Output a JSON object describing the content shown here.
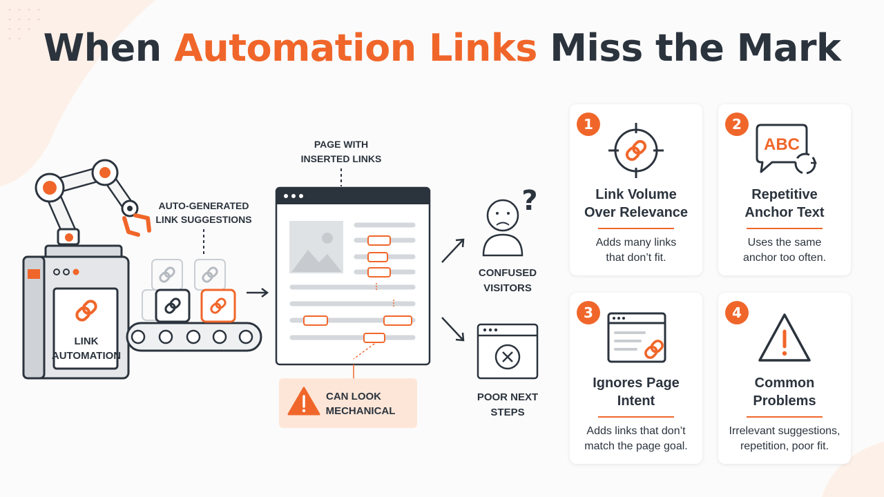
{
  "title": {
    "part1": "When ",
    "accent": "Automation Links",
    "part2": " Miss the Mark"
  },
  "diagram": {
    "machine_label": [
      "LINK",
      "AUTOMATION"
    ],
    "suggestions_label": [
      "AUTO-GENERATED",
      "LINK SUGGESTIONS"
    ],
    "page_label": [
      "PAGE WITH",
      "INSERTED LINKS"
    ],
    "warning_label": [
      "CAN LOOK",
      "MECHANICAL"
    ],
    "visitors_label": [
      "CONFUSED",
      "VISITORS"
    ],
    "next_steps_label": [
      "POOR NEXT",
      "STEPS"
    ],
    "question_mark": "?"
  },
  "cards": [
    {
      "number": "1",
      "icon": "target-link-icon",
      "title": [
        "Link Volume",
        "Over Relevance"
      ],
      "desc": [
        "Adds many links",
        "that don’t fit."
      ]
    },
    {
      "number": "2",
      "icon": "speech-abc-icon",
      "icon_text": "ABC",
      "title": [
        "Repetitive",
        "Anchor Text"
      ],
      "desc": [
        "Uses the same",
        "anchor too often."
      ]
    },
    {
      "number": "3",
      "icon": "page-link-icon",
      "title": [
        "Ignores Page",
        "Intent"
      ],
      "desc": [
        "Adds links that don’t",
        "match the page goal."
      ]
    },
    {
      "number": "4",
      "icon": "warning-triangle-icon",
      "title": [
        "Common",
        "Problems"
      ],
      "desc": [
        "Irrelevant suggestions,",
        "repetition, poor fit."
      ]
    }
  ],
  "colors": {
    "accent": "#f0662a",
    "dark": "#2b333d",
    "warning_bg": "#fde6d8",
    "gray": "#c9cdd2"
  }
}
